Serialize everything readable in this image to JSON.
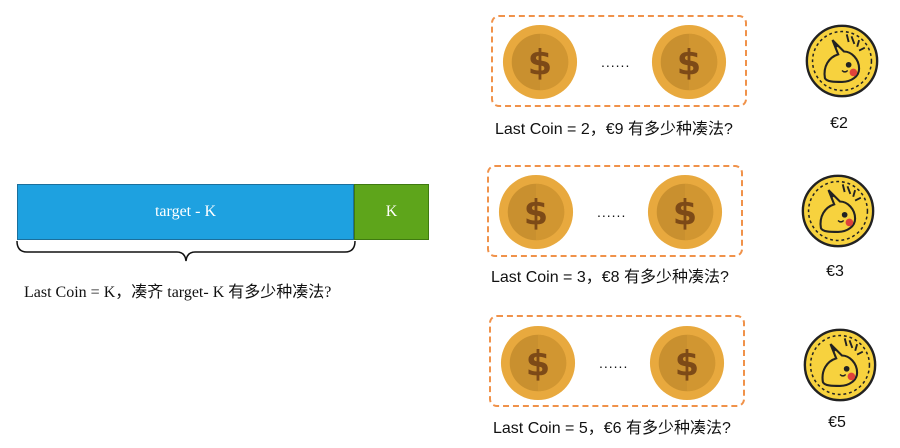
{
  "bar": {
    "target_label": "target - K",
    "k_label": "K",
    "caption": "Last Coin = K，凑齐 target- K 有多少种凑法?"
  },
  "rows": [
    {
      "caption": "Last Coin = 2，€9 有多少种凑法?",
      "dots": "......",
      "coin_label": "€2"
    },
    {
      "caption": "Last Coin = 3，€8 有多少种凑法?",
      "dots": "......",
      "coin_label": "€3"
    },
    {
      "caption": "Last Coin = 5，€6 有多少种凑法?",
      "dots": "......",
      "coin_label": "€5"
    }
  ],
  "colors": {
    "target_bar": "#1ea1e0",
    "k_bar": "#5ea51b",
    "dashed_box": "#f0924a",
    "coin_outer": "#e8a93e",
    "coin_inner": "#c9902f",
    "pika_yellow": "#f7d23e"
  },
  "icons": {
    "dollar_coin": "dollar-coin-icon",
    "pikachu_coin": "pikachu-coin-icon"
  }
}
